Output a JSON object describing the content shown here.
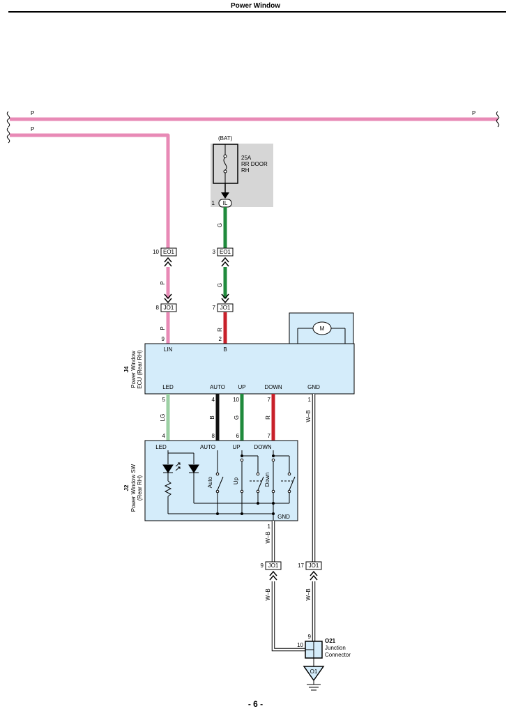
{
  "page": {
    "title": "Power Window",
    "page_number": "- 6 -"
  },
  "colors": {
    "pink": "#e88ab6",
    "green": "#1f8a3c",
    "red": "#c8202a",
    "black": "#111111",
    "light_green": "#9cd0a4",
    "panel_blue": "#d4ecfa",
    "fuse_gray": "#d6d6d6"
  },
  "wires": {
    "top_bus": {
      "color_code": "P",
      "color_code_right": "P"
    },
    "branch": {
      "color_code": "P"
    },
    "lin_segment_1": {
      "color_code": "P"
    },
    "lin_segment_2": {
      "color_code": "P"
    },
    "power_segment_1": {
      "color_code": "G"
    },
    "power_segment_2": {
      "color_code": "G"
    },
    "power_segment_3": {
      "color_code": "R"
    },
    "led_wire": {
      "color_code": "LG"
    },
    "auto_wire": {
      "color_code": "B"
    },
    "up_wire": {
      "color_code": "G"
    },
    "down_wire": {
      "color_code": "R"
    },
    "ecu_gnd_wire": {
      "color_code": "W–B"
    },
    "sw_gnd_wire": {
      "color_code": "W–B"
    },
    "gnd_lower_left": {
      "color_code": "W–B"
    },
    "gnd_lower_right": {
      "color_code": "W–B"
    }
  },
  "fuse": {
    "source": "(BAT)",
    "rating": "25A",
    "name_line1": "RR DOOR",
    "name_line2": "RH",
    "connector": "IL",
    "pin": "1"
  },
  "connectors": {
    "eo1_left": {
      "name": "EO1",
      "pin": "10"
    },
    "eo1_right": {
      "name": "EO1",
      "pin": "3"
    },
    "jo1_left": {
      "name": "JO1",
      "pin": "8"
    },
    "jo1_right": {
      "name": "JO1",
      "pin": "7"
    },
    "jo1_gnd_left": {
      "name": "JO1",
      "pin": "9"
    },
    "jo1_gnd_right": {
      "name": "JO1",
      "pin": "17"
    }
  },
  "ecu": {
    "id": "J4",
    "name_line1": "Power Window",
    "name_line2": "ECU (Rear RH)",
    "motor_symbol": "M",
    "top_pins": [
      {
        "label": "LIN",
        "pin": "9"
      },
      {
        "label": "B",
        "pin": "2"
      }
    ],
    "bottom_pins": [
      {
        "label": "LED",
        "pin": "5"
      },
      {
        "label": "AUTO",
        "pin": "4"
      },
      {
        "label": "UP",
        "pin": "10"
      },
      {
        "label": "DOWN",
        "pin": "7"
      },
      {
        "label": "GND",
        "pin": "1"
      }
    ]
  },
  "switch": {
    "id": "J2",
    "name_line1": "Power Window SW",
    "name_line2": "(Rear RH)",
    "top_pins": [
      {
        "label": "LED",
        "pin": "4"
      },
      {
        "label": "AUTO",
        "pin": "8"
      },
      {
        "label": "UP",
        "pin": "6"
      },
      {
        "label": "DOWN",
        "pin": "7"
      }
    ],
    "gnd_label": "GND",
    "gnd_pin": "1",
    "contacts": {
      "auto": "Auto",
      "up": "Up",
      "down": "Down"
    }
  },
  "junction": {
    "id": "O21",
    "line1": "Junction",
    "line2": "Connector",
    "pin_top": "9",
    "pin_left": "10"
  },
  "ground": {
    "label": "O1"
  }
}
